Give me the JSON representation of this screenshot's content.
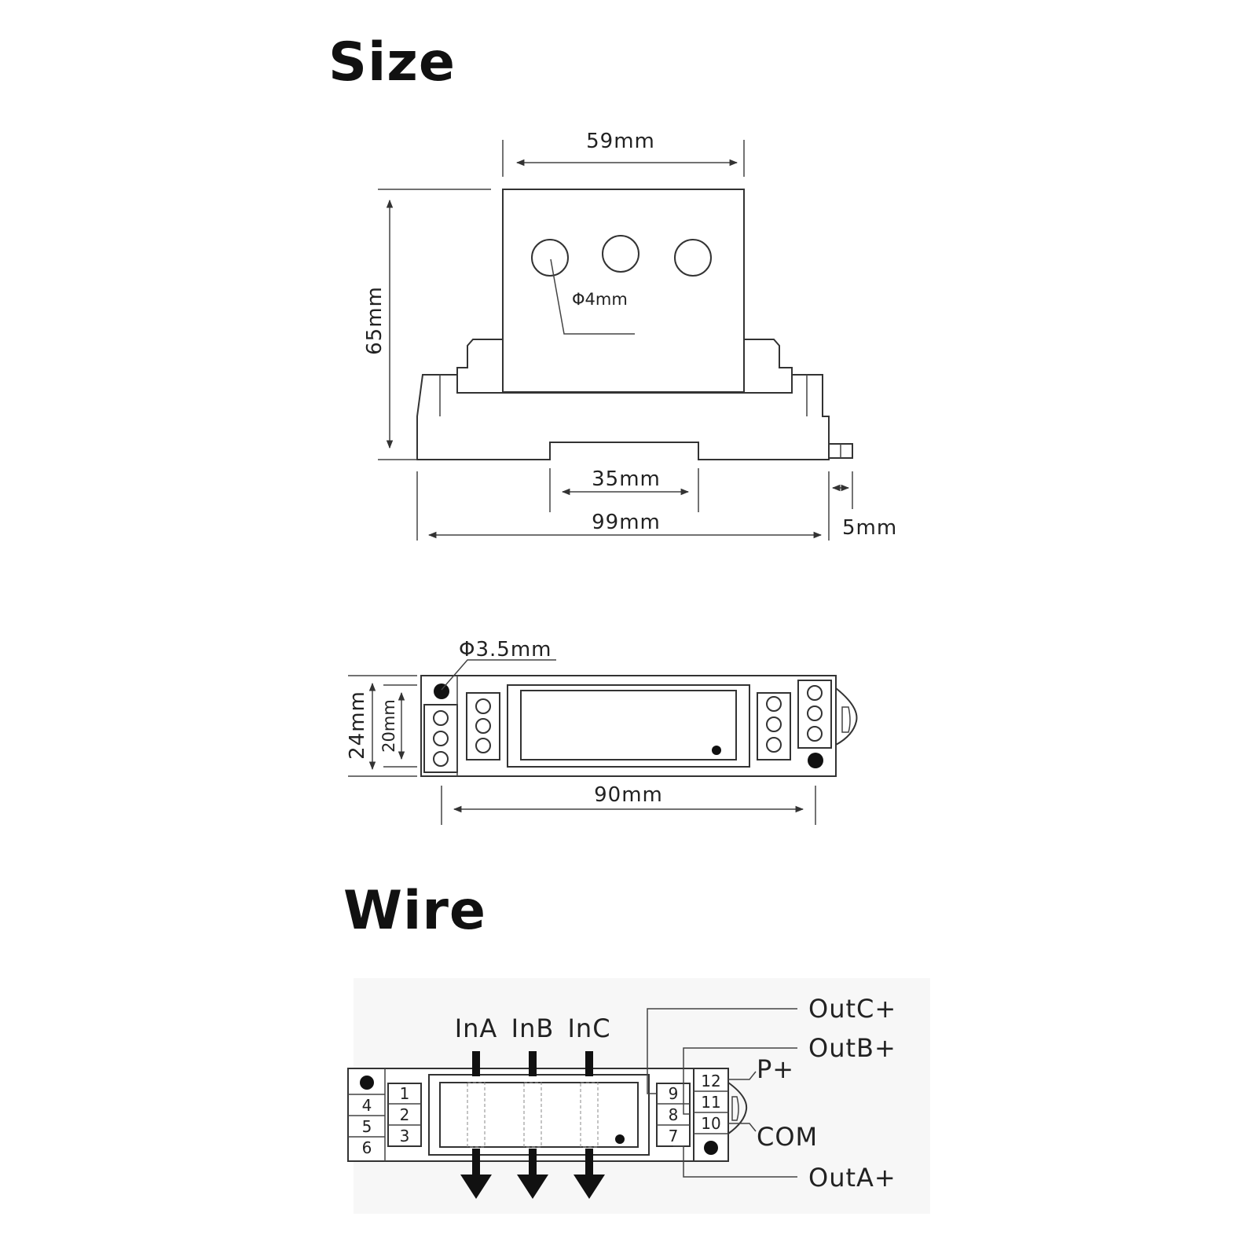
{
  "headings": {
    "size": "Size",
    "wire": "Wire"
  },
  "side_view": {
    "width_top": "59mm",
    "height": "65mm",
    "hole_diameter": "Φ4mm",
    "rail_width": "35mm",
    "total_width": "99mm",
    "clip_length": "5mm"
  },
  "top_view": {
    "mount_hole": "Φ3.5mm",
    "outer_height": "24mm",
    "inner_height": "20mm",
    "hole_spacing": "90mm"
  },
  "wiring": {
    "inputs": [
      "InA",
      "InB",
      "InC"
    ],
    "left_pins_outer": [
      "4",
      "5",
      "6"
    ],
    "left_pins_inner": [
      "1",
      "2",
      "3"
    ],
    "right_pins_inner": [
      "9",
      "8",
      "7"
    ],
    "right_pins_outer": [
      "12",
      "11",
      "10"
    ],
    "outputs": {
      "c": "OutC+",
      "b": "OutB+",
      "p": "P+",
      "com": "COM",
      "a": "OutA+"
    }
  }
}
